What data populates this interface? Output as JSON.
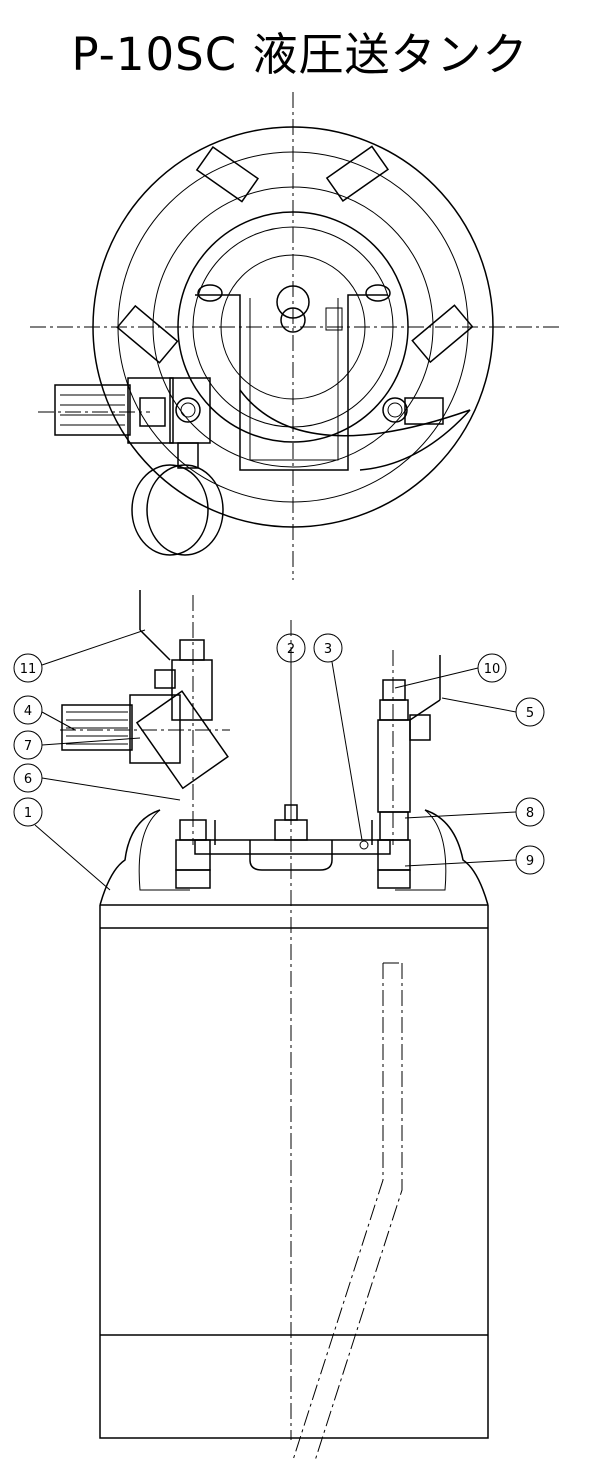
{
  "title": "P-10SC 液圧送タンク",
  "callouts": [
    {
      "label": "11"
    },
    {
      "label": "4"
    },
    {
      "label": "7"
    },
    {
      "label": "6"
    },
    {
      "label": "1"
    },
    {
      "label": "2"
    },
    {
      "label": "3"
    },
    {
      "label": "10"
    },
    {
      "label": "5"
    },
    {
      "label": "8"
    },
    {
      "label": "9"
    }
  ]
}
